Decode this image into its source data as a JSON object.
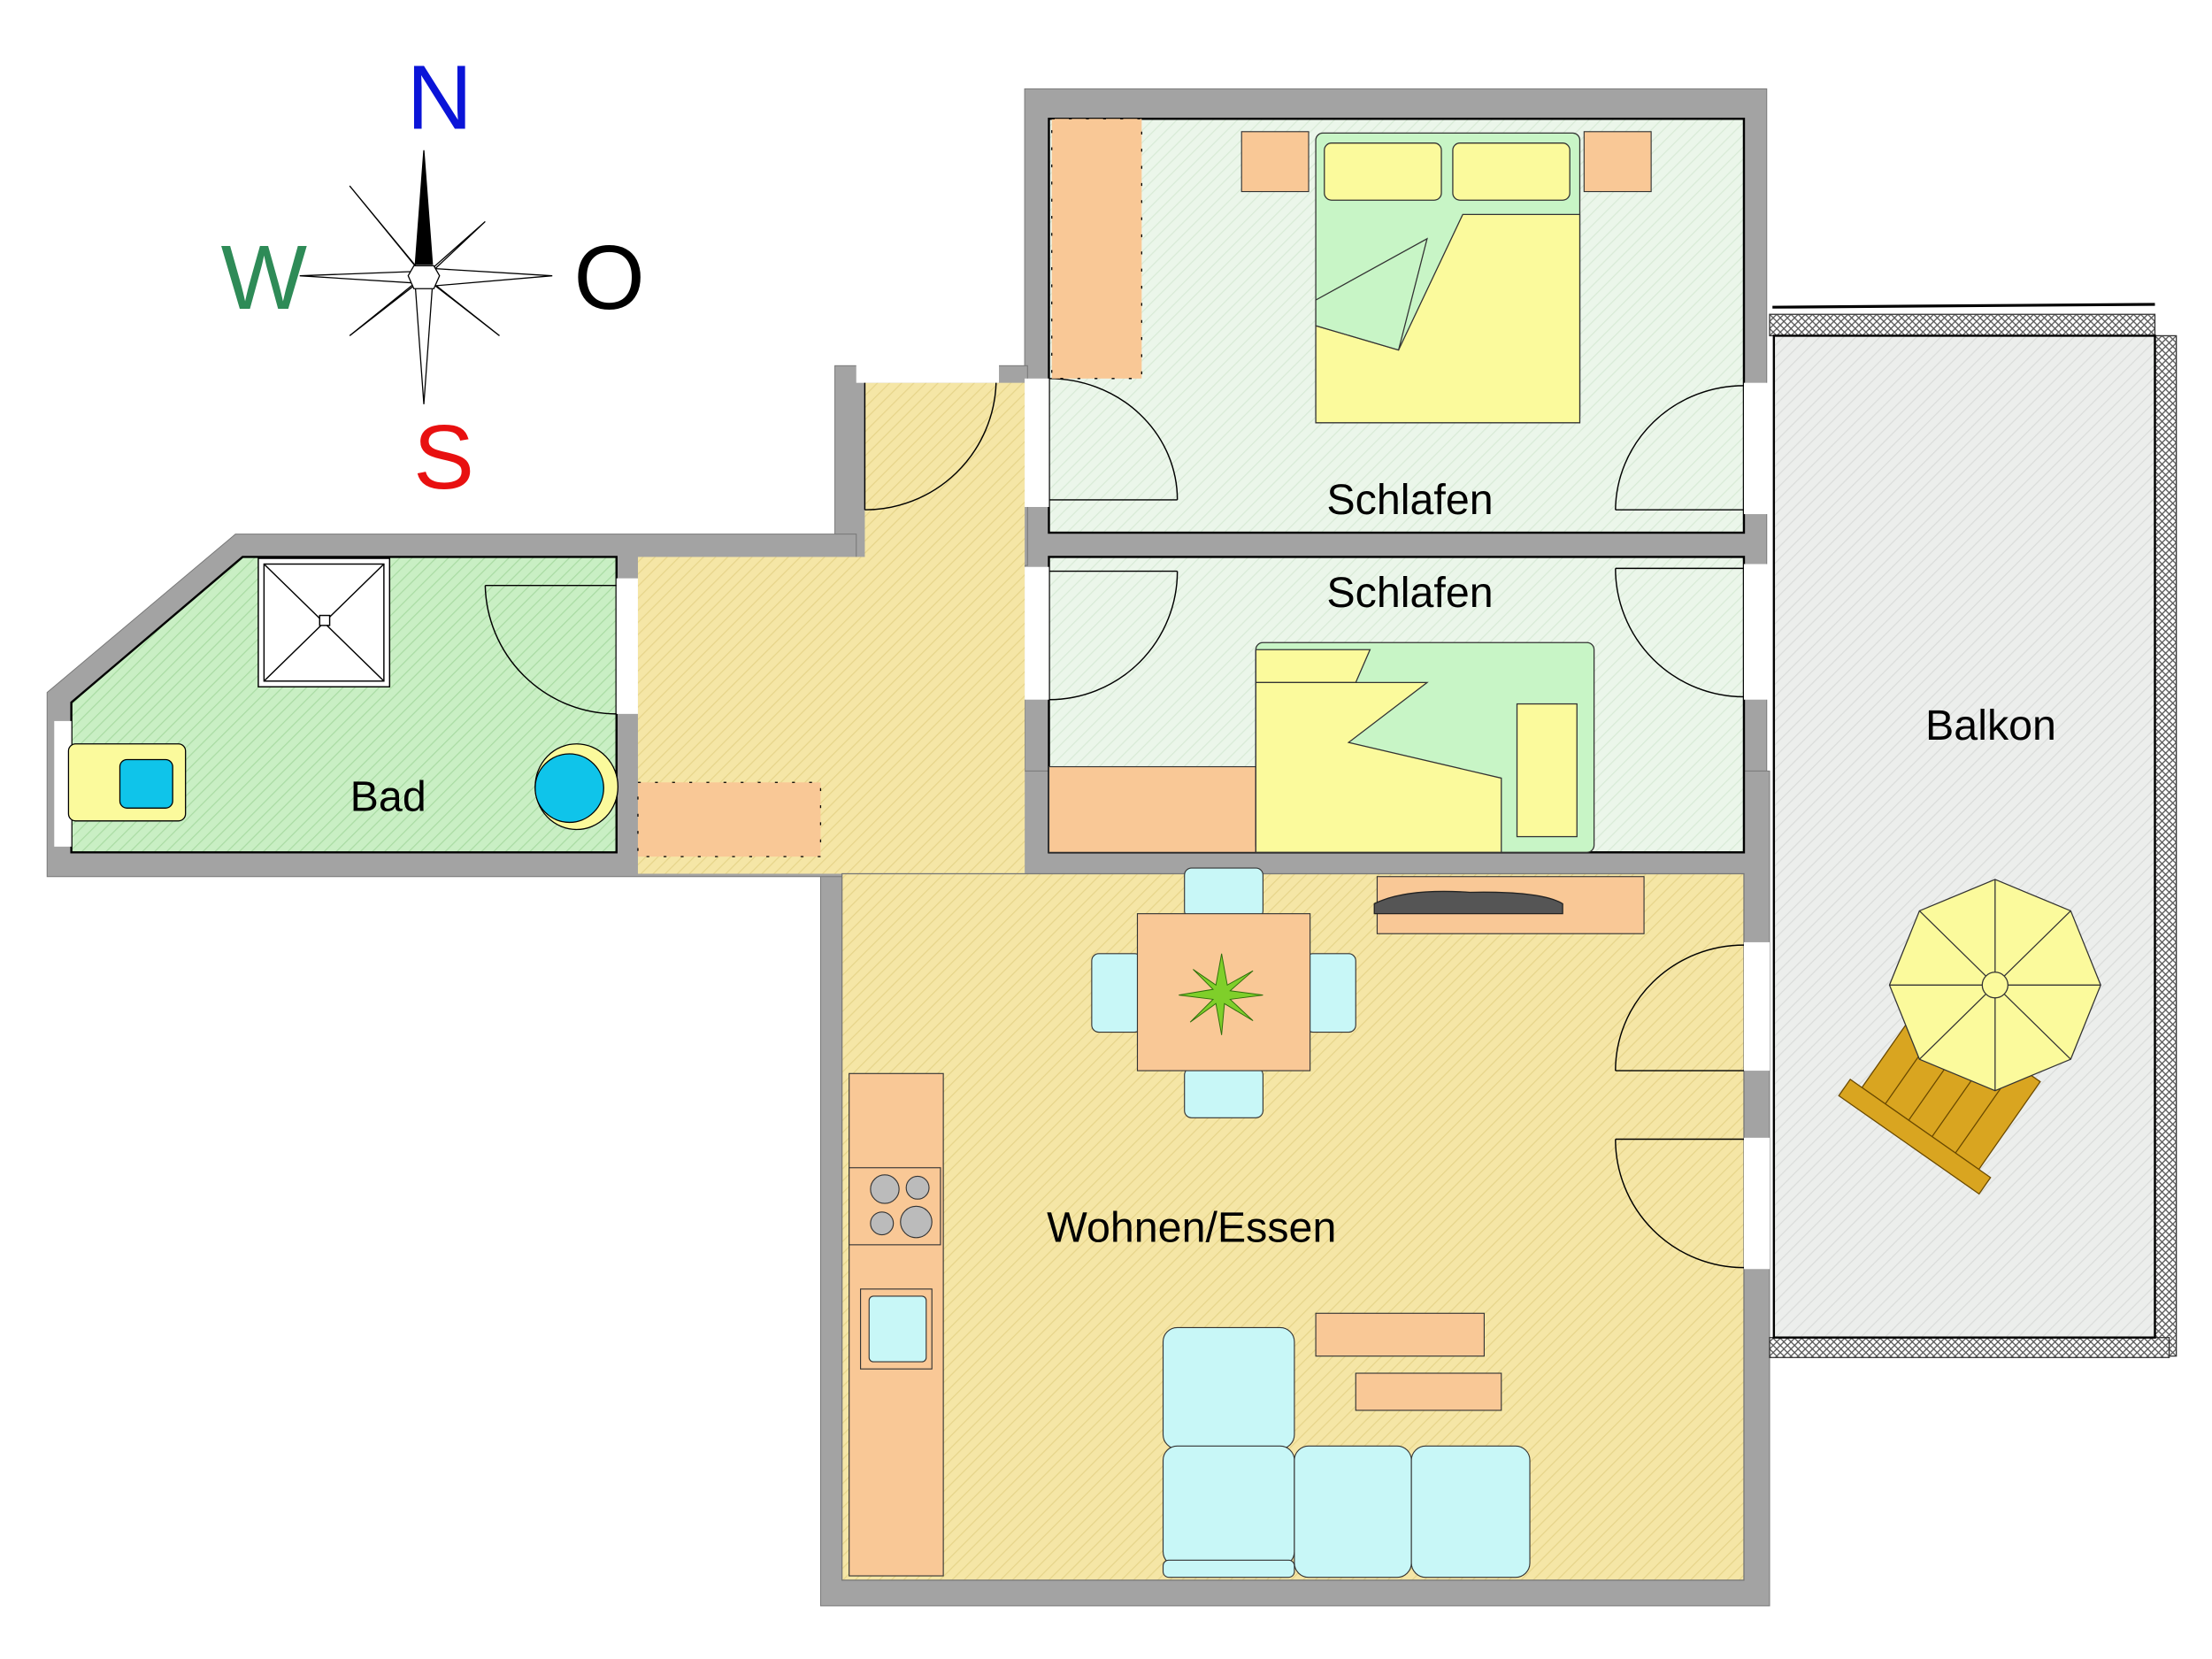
{
  "compass": {
    "north": "N",
    "west": "W",
    "east": "O",
    "south": "S",
    "colors": {
      "north": "#0a14d8",
      "west": "#2e8b57",
      "east": "#000000",
      "south": "#e81010"
    }
  },
  "rooms": {
    "bedroom1": "Schlafen",
    "bedroom2": "Schlafen",
    "bath": "Bad",
    "living": "Wohnen/Essen",
    "balcony": "Balkon"
  },
  "colors": {
    "wall": "#a3a3a3",
    "bath_floor": "#c9efc4",
    "bedroom_floor": "#ebf6ea",
    "living_floor": "#f5e6a6",
    "balcony_floor": "#eceeec",
    "furniture_wood": "#f9c896",
    "bed_yellow": "#fbfa9c",
    "bed_green": "#c8f5c6",
    "upholstery": "#c8f7f7"
  }
}
